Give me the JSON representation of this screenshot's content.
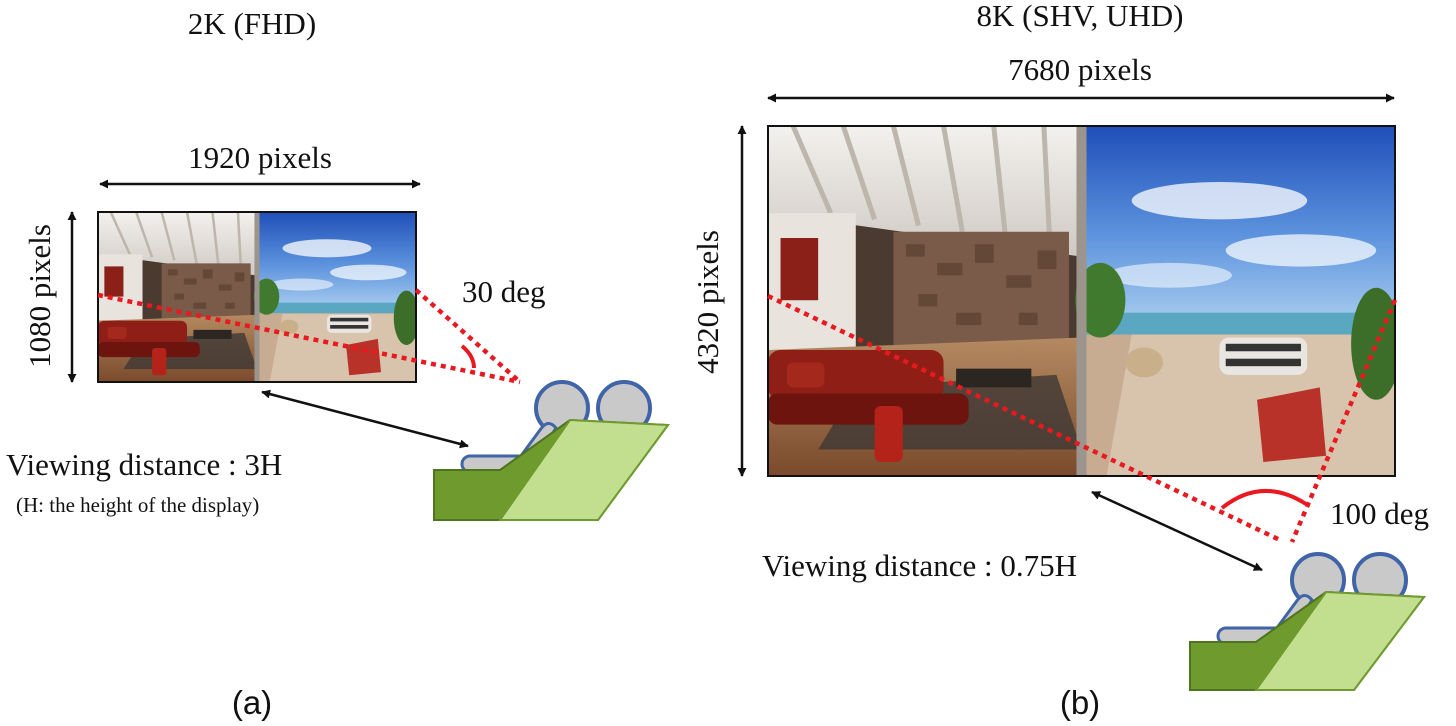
{
  "panel_a": {
    "title": "2K (FHD)",
    "width_label": "1920 pixels",
    "height_label": "1080 pixels",
    "angle_label": "30 deg",
    "distance_label": "Viewing distance : 3H",
    "note": "(H: the height of the display)",
    "caption": "(a)"
  },
  "panel_b": {
    "title": "8K (SHV, UHD)",
    "width_label": "7680 pixels",
    "height_label": "4320 pixels",
    "angle_label": "100 deg",
    "distance_label": "Viewing distance : 0.75H",
    "caption": "(b)"
  },
  "colors": {
    "sight_line": "#e8191f",
    "seat_dark": "#6f9a2e",
    "seat_light": "#c2df8f",
    "head": "#c9c9c9",
    "head_outline": "#3f64a8"
  }
}
